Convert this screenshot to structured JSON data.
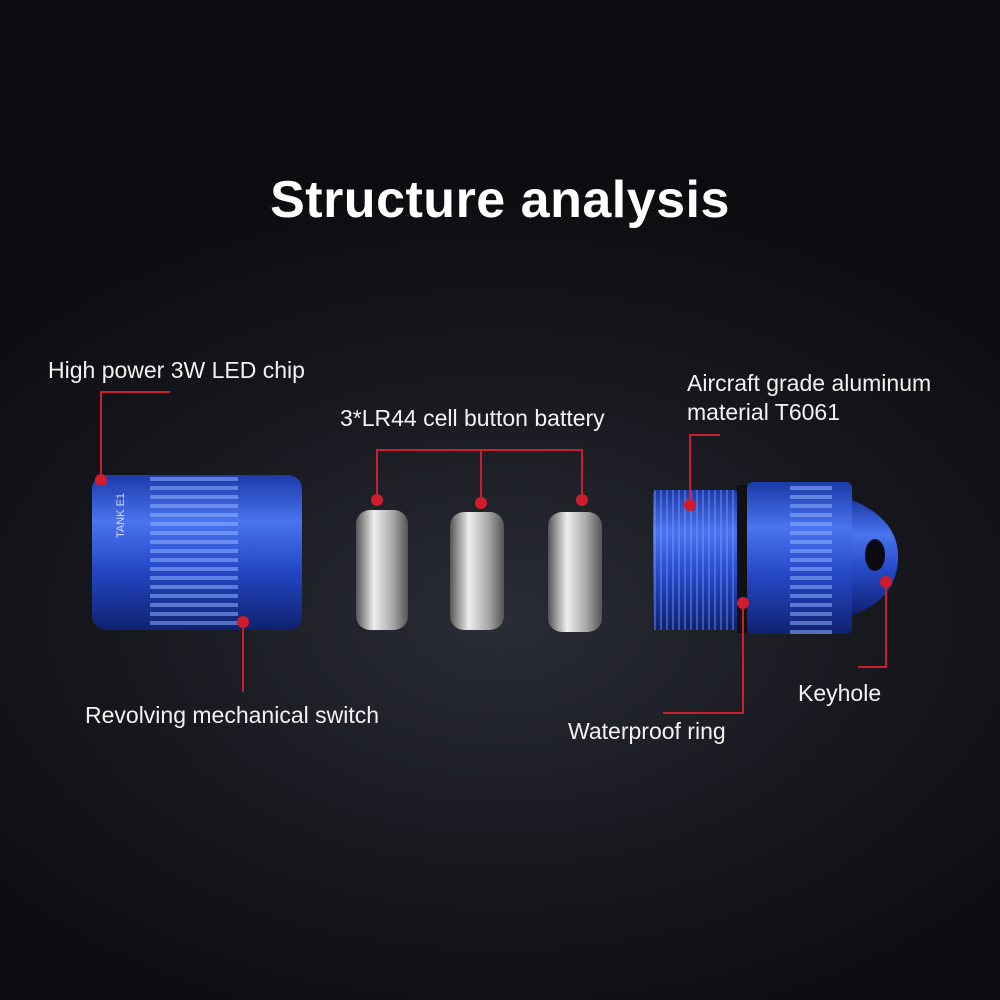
{
  "title": "Structure analysis",
  "labels": {
    "led_chip": "High power 3W LED chip",
    "battery": "3*LR44 cell button battery",
    "aluminum_line1": "Aircraft grade aluminum",
    "aluminum_line2": "material T6061",
    "switch": "Revolving mechanical switch",
    "waterproof": "Waterproof ring",
    "keyhole": "Keyhole"
  },
  "product_engraving": "TANK E1",
  "colors": {
    "leader": "#c8202e",
    "body": "#2a4fd0",
    "background": "#15161c"
  }
}
